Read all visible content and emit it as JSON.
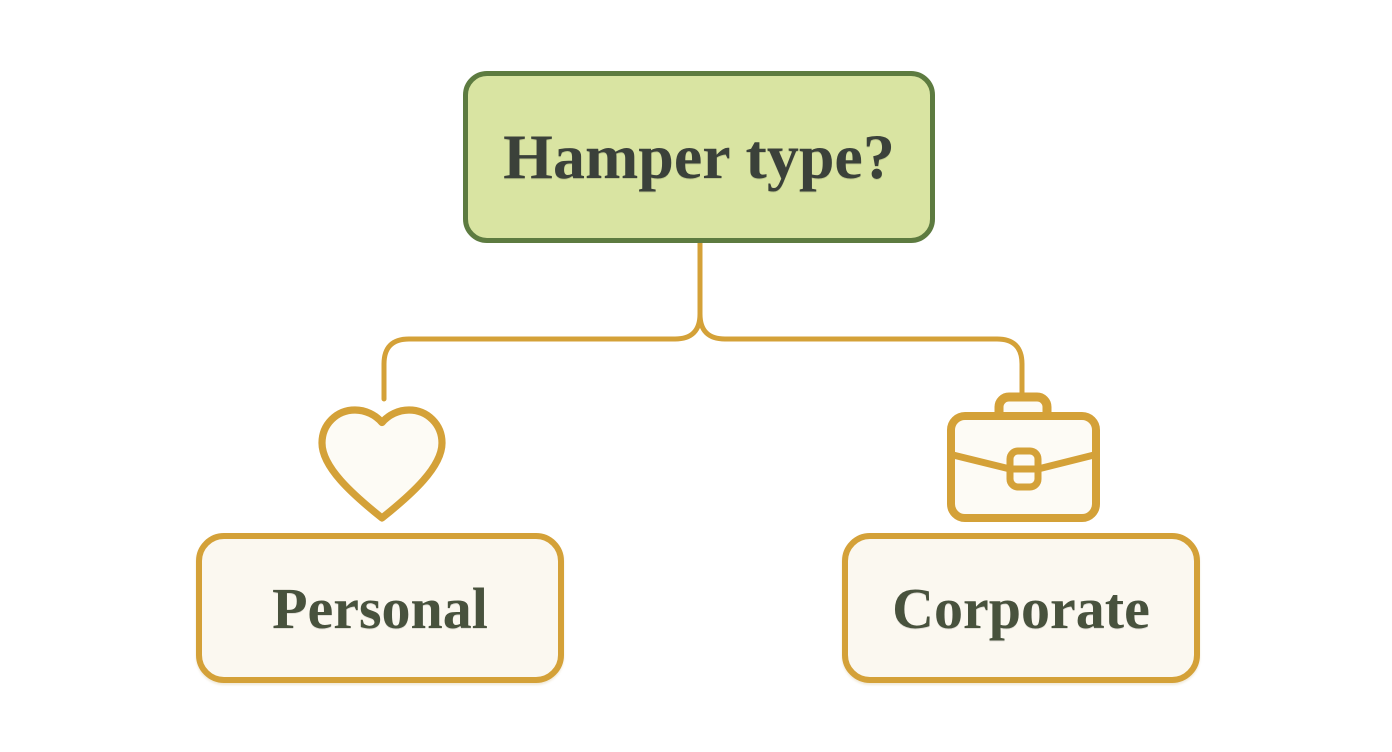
{
  "diagram": {
    "root": {
      "label": "Hamper type?"
    },
    "branches": [
      {
        "label": "Personal",
        "icon": "heart-icon"
      },
      {
        "label": "Corporate",
        "icon": "briefcase-icon"
      }
    ],
    "colors": {
      "connector_gold": "#d4a138",
      "root_fill": "#d9e4a2",
      "root_border": "#5d7b40",
      "root_text": "#3b413a",
      "child_fill": "#fbf8f0",
      "child_border": "#d4a138",
      "child_text": "#48523d",
      "background": "#ffffff"
    }
  }
}
